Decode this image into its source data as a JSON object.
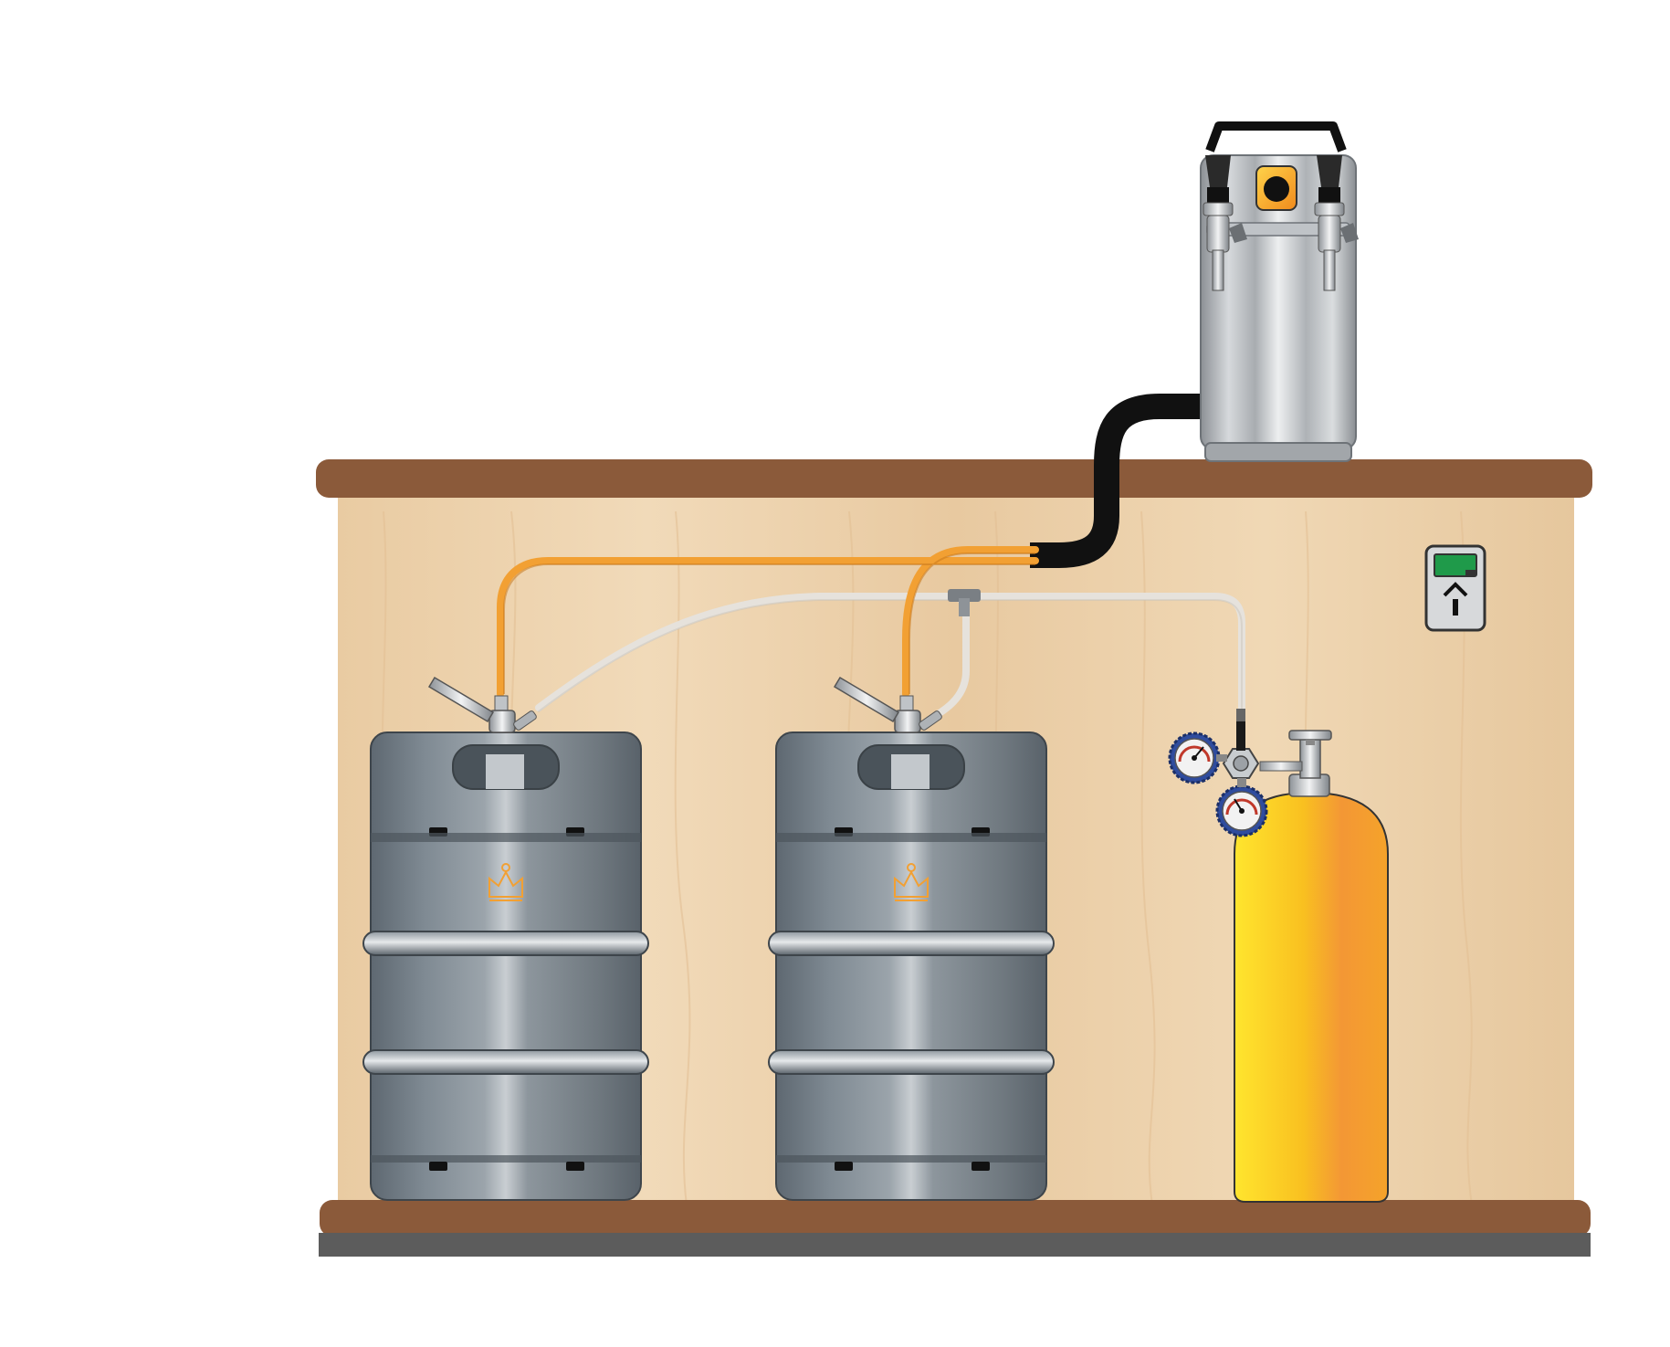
{
  "diagram": {
    "components": [
      {
        "id": "beer-tower",
        "kind": "two-tap beer tower with cooling fan"
      },
      {
        "id": "keg-1",
        "kind": "beer keg with coupler"
      },
      {
        "id": "keg-2",
        "kind": "beer keg with coupler"
      },
      {
        "id": "co2-cylinder",
        "kind": "gas cylinder with dual-gauge regulator"
      },
      {
        "id": "wall-outlet",
        "kind": "power outlet with display"
      }
    ],
    "connections": [
      {
        "from": "keg-1",
        "to": "beer-tower",
        "line": "beer-line",
        "color": "#F2A033"
      },
      {
        "from": "keg-2",
        "to": "beer-tower",
        "line": "beer-line",
        "color": "#F2A033"
      },
      {
        "from": "co2-cylinder",
        "to": "keg-1",
        "line": "gas-line",
        "color": "#E6E2DC"
      },
      {
        "from": "co2-cylinder",
        "to": "keg-2",
        "line": "gas-line",
        "color": "#E6E2DC"
      },
      {
        "from": "beer-tower",
        "to": "cabinet",
        "line": "python-trunk",
        "color": "#111111"
      }
    ]
  },
  "colors": {
    "cabinet_top": "#8B5A3A",
    "cabinet_wood": "#EBCFA8",
    "floor_strip": "#5C5C5C",
    "keg_steel": "#7A838B",
    "cylinder_left": "#FFE02E",
    "cylinder_right": "#F39B30",
    "beer_line": "#F2A033",
    "gas_line": "#E6E2DC",
    "outlet_display": "#1F9A4A",
    "gauge_ring": "#2F4C9E",
    "tower_fan": "#F4A11E"
  },
  "icons": [
    "crown-logo-icon",
    "fan-icon",
    "gauge-icon",
    "power-outlet-icon",
    "tap-handle-icon"
  ]
}
